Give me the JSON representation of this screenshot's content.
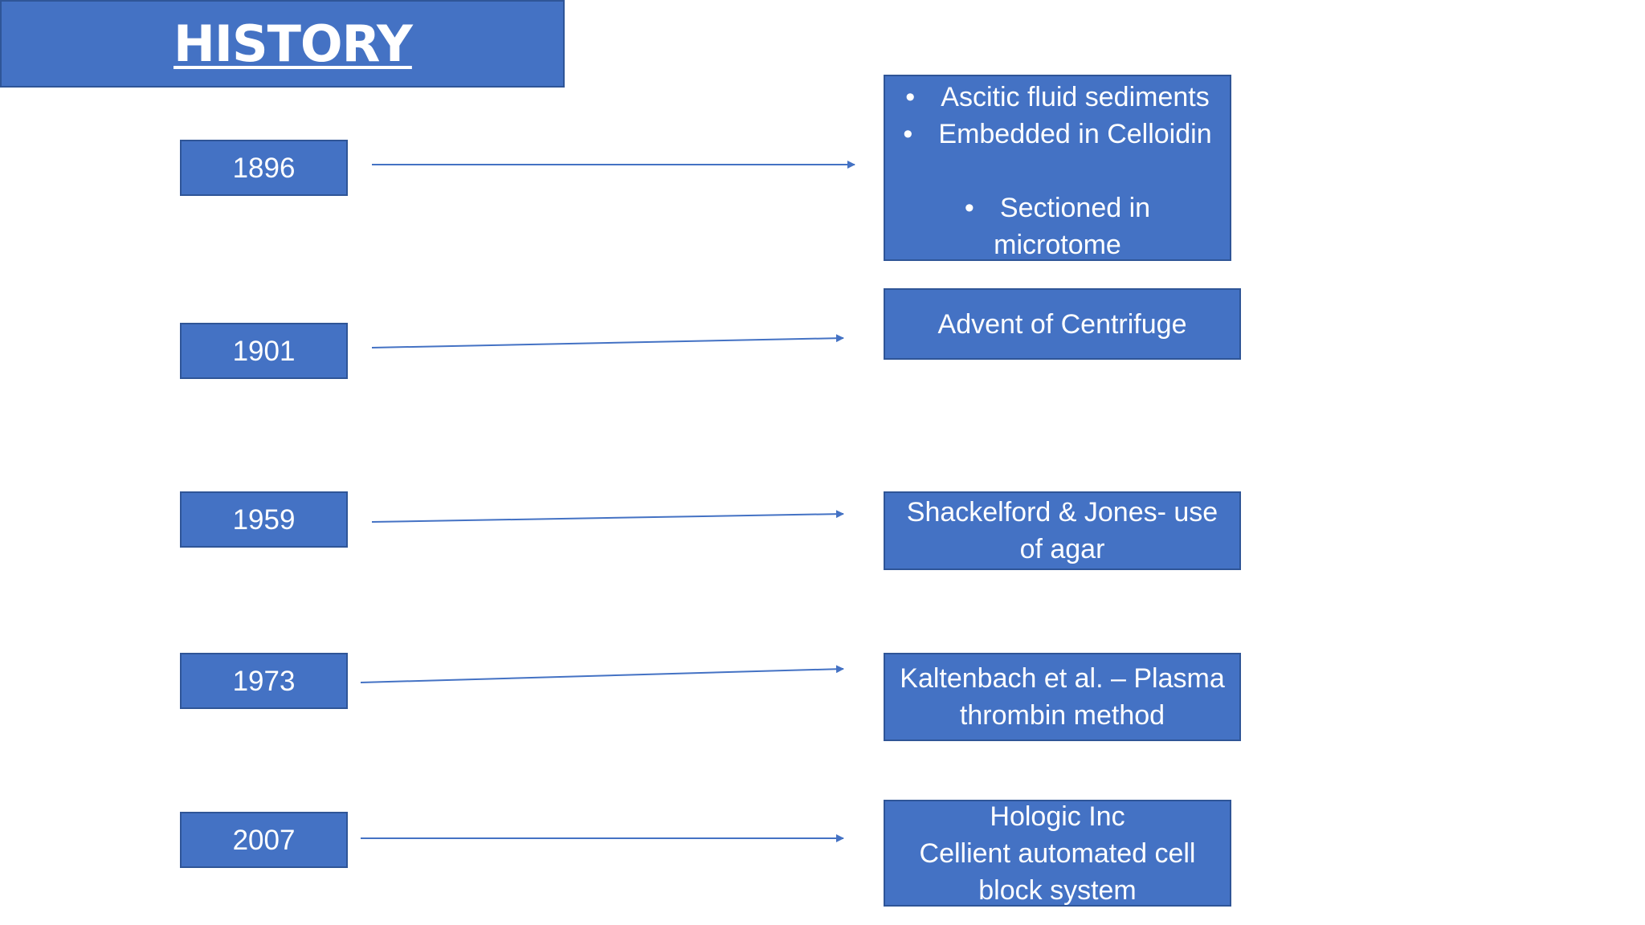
{
  "title": "HISTORY",
  "timeline": [
    {
      "year": "1896",
      "lines": [
        "Ascitic fluid sediments",
        "Embedded in Celloidin",
        "Sectioned in",
        "microtome"
      ]
    },
    {
      "year": "1901",
      "lines": [
        "Advent of Centrifuge"
      ]
    },
    {
      "year": "1959",
      "lines": [
        "Shackelford & Jones- use",
        "of agar"
      ]
    },
    {
      "year": "1973",
      "lines": [
        "Kaltenbach et al. – Plasma",
        "thrombin method"
      ]
    },
    {
      "year": "2007",
      "lines": [
        "Hologic Inc",
        "Cellient automated cell",
        "block system"
      ]
    }
  ],
  "colors": {
    "box_fill": "#4472c4",
    "box_border": "#2f5597",
    "text": "#ffffff",
    "arrow": "#4472c4",
    "background": "#ffffff"
  }
}
